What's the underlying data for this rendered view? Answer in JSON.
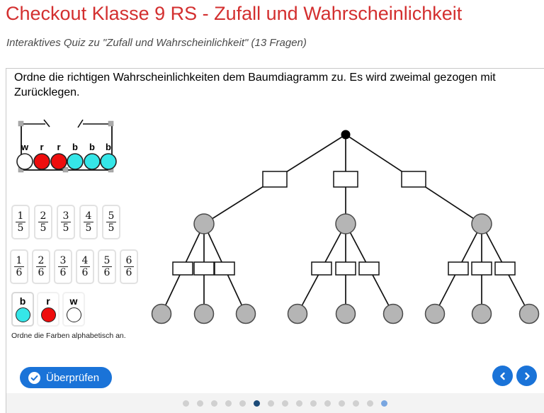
{
  "header": {
    "title": "Checkout Klasse 9 RS - Zufall und Wahrscheinlichkeit",
    "subtitle": "Interaktives Quiz zu \"Zufall und Wahrscheinlichkeit\" (13 Fragen)"
  },
  "quiz": {
    "instruction": "Ordne die richtigen Wahrscheinlichkeiten dem Baumdiagramm zu. Es wird zweimal gezogen mit Zurücklegen.",
    "urn": {
      "balls": [
        {
          "label": "w",
          "fill": "#ffffff"
        },
        {
          "label": "r",
          "fill": "#ee0d0d"
        },
        {
          "label": "r",
          "fill": "#ee0d0d"
        },
        {
          "label": "b",
          "fill": "#35e6e8"
        },
        {
          "label": "b",
          "fill": "#35e6e8"
        },
        {
          "label": "b",
          "fill": "#35e6e8"
        }
      ]
    },
    "fifth_tiles": [
      {
        "num": "1",
        "den": "5"
      },
      {
        "num": "2",
        "den": "5"
      },
      {
        "num": "3",
        "den": "5"
      },
      {
        "num": "4",
        "den": "5"
      },
      {
        "num": "5",
        "den": "5"
      }
    ],
    "sixth_tiles": [
      {
        "num": "1",
        "den": "6"
      },
      {
        "num": "2",
        "den": "6"
      },
      {
        "num": "3",
        "den": "6"
      },
      {
        "num": "4",
        "den": "6"
      },
      {
        "num": "5",
        "den": "6"
      },
      {
        "num": "6",
        "den": "6"
      }
    ],
    "color_tiles": [
      {
        "label": "b",
        "fill": "#35e6e8"
      },
      {
        "label": "r",
        "fill": "#ee0d0d"
      },
      {
        "label": "w",
        "fill": "#ffffff"
      }
    ],
    "hint": "Ordne die Farben alphabetisch an.",
    "check_button_label": "Überprüfen"
  },
  "tree": {
    "level1_branches": 3,
    "level2_branches_per_node": 3,
    "empty_probability_boxes_level1": 3,
    "empty_probability_boxes_level2": 9
  },
  "footer": {
    "dots_total": 15,
    "active_dot_index": 6,
    "highlight_dot_index": 15
  },
  "colors": {
    "accent_blue": "#1a73d8",
    "title_red": "#d32f2f",
    "panel_border": "#c9c9c9",
    "footer_bg": "#f3f3f3",
    "dot_gray": "#d0d0d0",
    "dot_active": "#1c4b78",
    "dot_highlight": "#79a6e0",
    "node_gray": "#b5b5b5"
  }
}
